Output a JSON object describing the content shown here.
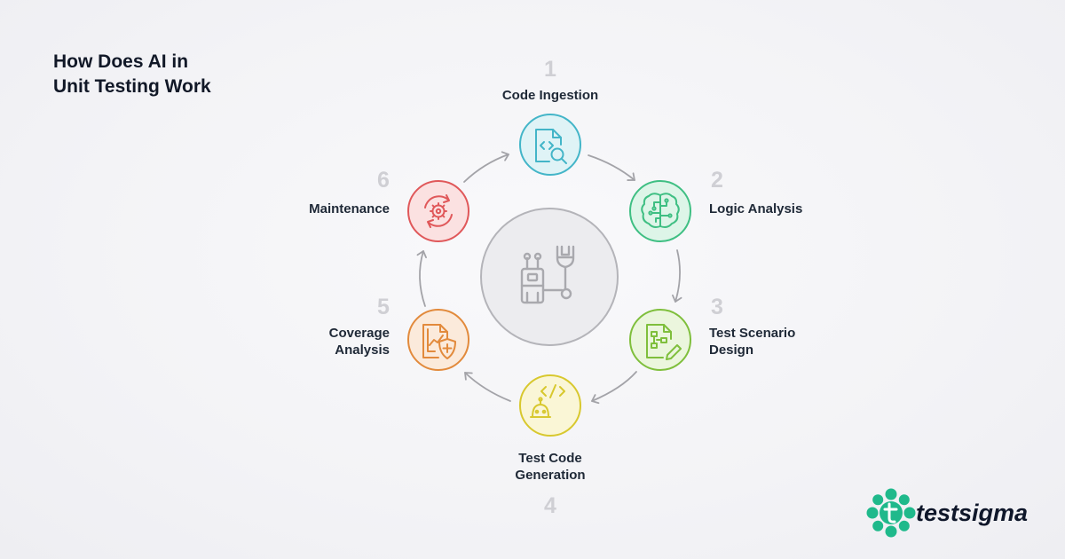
{
  "title": {
    "line1": "How Does AI in",
    "line2": "Unit Testing Work"
  },
  "steps": [
    {
      "number": "1",
      "label_lines": [
        "Code Ingestion"
      ],
      "icon": "code-search-icon",
      "color": "#43b5c8",
      "fill": "#dff3f6"
    },
    {
      "number": "2",
      "label_lines": [
        "Logic Analysis"
      ],
      "icon": "brain-circuit-icon",
      "color": "#3fbf83",
      "fill": "#ddf5e8"
    },
    {
      "number": "3",
      "label_lines": [
        "Test Scenario",
        "Design"
      ],
      "icon": "flowchart-edit-icon",
      "color": "#7fbf3c",
      "fill": "#ebf6dd"
    },
    {
      "number": "4",
      "label_lines": [
        "Test Code",
        "Generation"
      ],
      "icon": "code-robot-icon",
      "color": "#d8c82e",
      "fill": "#faf6d6"
    },
    {
      "number": "5",
      "label_lines": [
        "Coverage",
        "Analysis"
      ],
      "icon": "chart-shield-icon",
      "color": "#e28a3c",
      "fill": "#fbeadb"
    },
    {
      "number": "6",
      "label_lines": [
        "Maintenance"
      ],
      "icon": "gear-refresh-icon",
      "color": "#e0585a",
      "fill": "#fbe1e1"
    }
  ],
  "center": {
    "icon": "robot-wrench-icon",
    "color": "#a9a9ae",
    "fill": "#ececef"
  },
  "brand": {
    "name": "testsigma",
    "logo_icon": "testsigma-logo-icon",
    "color": "#1fb98b"
  }
}
